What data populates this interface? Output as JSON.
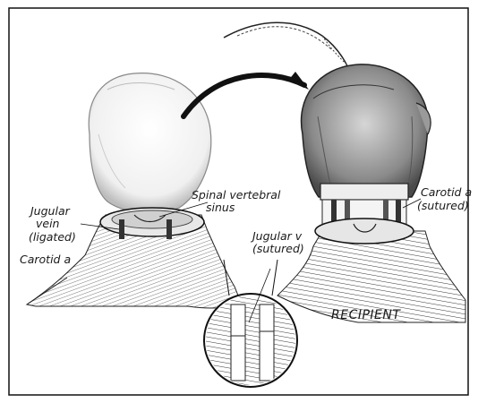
{
  "labels": {
    "spinal_vertebral_sinus_line1": "Spinal vertebral",
    "spinal_vertebral_sinus_line2": "sinus",
    "jugular_vein_line1": "Jugular",
    "jugular_vein_line2": "vein",
    "jugular_vein_line3": "(ligated)",
    "carotid_left": "Carotid a",
    "carotid_right_line1": "Carotid a",
    "carotid_right_line2": "(sutured)",
    "jugular_sutured_line1": "Jugular v",
    "jugular_sutured_line2": "(sutured)",
    "recipient": "RECIPIENT"
  }
}
